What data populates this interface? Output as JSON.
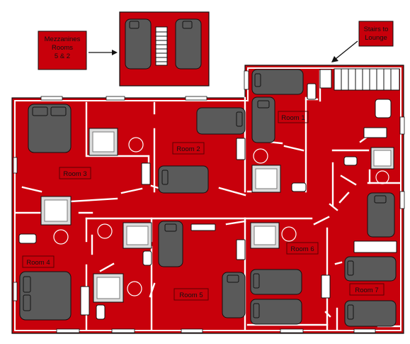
{
  "colors": {
    "floor": "#c8000b",
    "wall": "#ffffff",
    "outline": "#111111",
    "bed": "#5a5a5a",
    "label_border": "#5b0000"
  },
  "callouts": {
    "mezzanine": "Mezzanines\nRooms\n5 & 2",
    "stairs": "Stairs to\nLounge"
  },
  "rooms": {
    "room1": "Room 1",
    "room2": "Room 2",
    "room3": "Room 3",
    "room4": "Room 4",
    "room5": "Room 5",
    "room6": "Room 6",
    "room7": "Room 7"
  },
  "icons": {
    "bed": "bed-icon",
    "table": "table-icon",
    "chair": "chair-icon",
    "stairs": "stairs-icon",
    "arrow": "arrow-icon"
  }
}
